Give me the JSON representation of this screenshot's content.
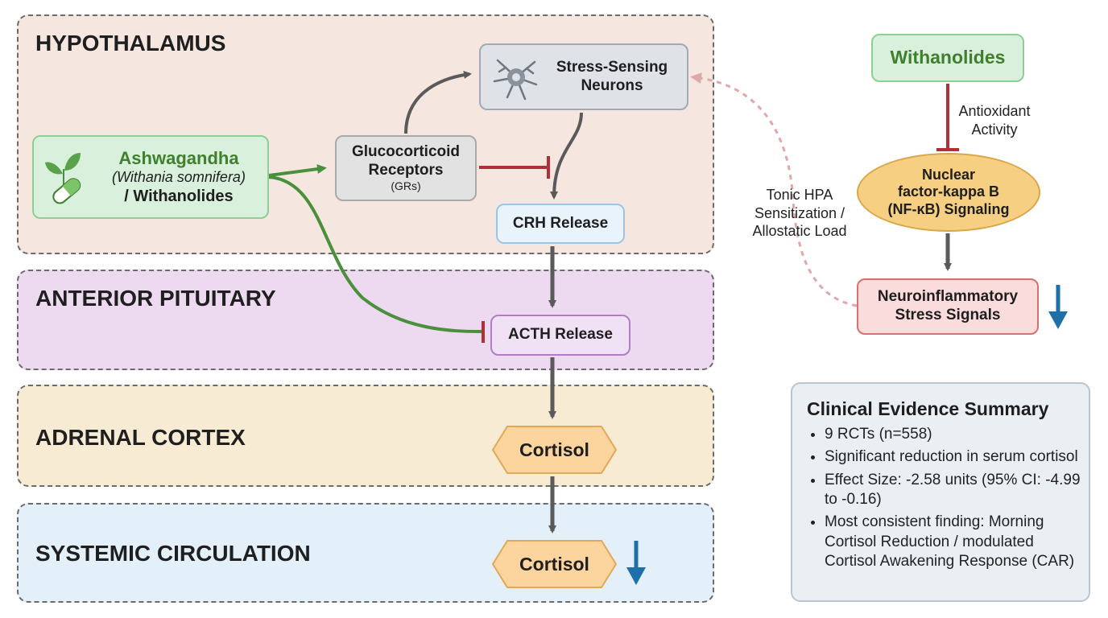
{
  "zones": {
    "hypothalamus": "HYPOTHALAMUS",
    "anterior_pituitary": "ANTERIOR PITUITARY",
    "adrenal_cortex": "ADRENAL CORTEX",
    "systemic_circulation": "SYSTEMIC CIRCULATION"
  },
  "ashwagandha": {
    "name": "Ashwagandha",
    "latin": "(Withania somnifera)",
    "extra": "/ Withanolides"
  },
  "glucocorticoid": {
    "line1": "Glucocorticoid",
    "line2": "Receptors",
    "abbr": "(GRs)"
  },
  "stress_neurons": {
    "line1": "Stress-Sensing",
    "line2": "Neurons"
  },
  "crh": "CRH Release",
  "acth": "ACTH Release",
  "cortisol_adrenal": "Cortisol",
  "cortisol_systemic": "Cortisol",
  "withanolides": "Withanolides",
  "antioxidant": {
    "line1": "Antioxidant",
    "line2": "Activity"
  },
  "nfkb": {
    "line1": "Nuclear",
    "line2": "factor-kappa B",
    "line3": "(NF-κB) Signaling"
  },
  "neuroinflammatory": {
    "line1": "Neuroinflammatory",
    "line2": "Stress Signals"
  },
  "tonic": {
    "line1": "Tonic HPA",
    "line2": "Sensitization /",
    "line3": "Allostatic Load"
  },
  "evidence": {
    "title": "Clinical Evidence Summary",
    "items": [
      "9 RCTs (n=558)",
      "Significant reduction in serum cortisol",
      "Effect Size: -2.58 units (95% CI: -4.99 to -0.16)",
      "Most consistent finding: Morning Cortisol Reduction / modulated Cortisol Awakening Response (CAR)"
    ]
  },
  "colors": {
    "hypothalamus_bg": "#f5e6e0",
    "pituitary_bg": "#eedaf0",
    "adrenal_bg": "#f8ebd4",
    "systemic_bg": "#e3f0fa",
    "green": "#4a8f3c",
    "inhibit_red": "#b0303a",
    "arrow_gray": "#5a5a5a",
    "down_blue": "#1f6fa8",
    "dashed_pink": "#e0a9a9"
  }
}
